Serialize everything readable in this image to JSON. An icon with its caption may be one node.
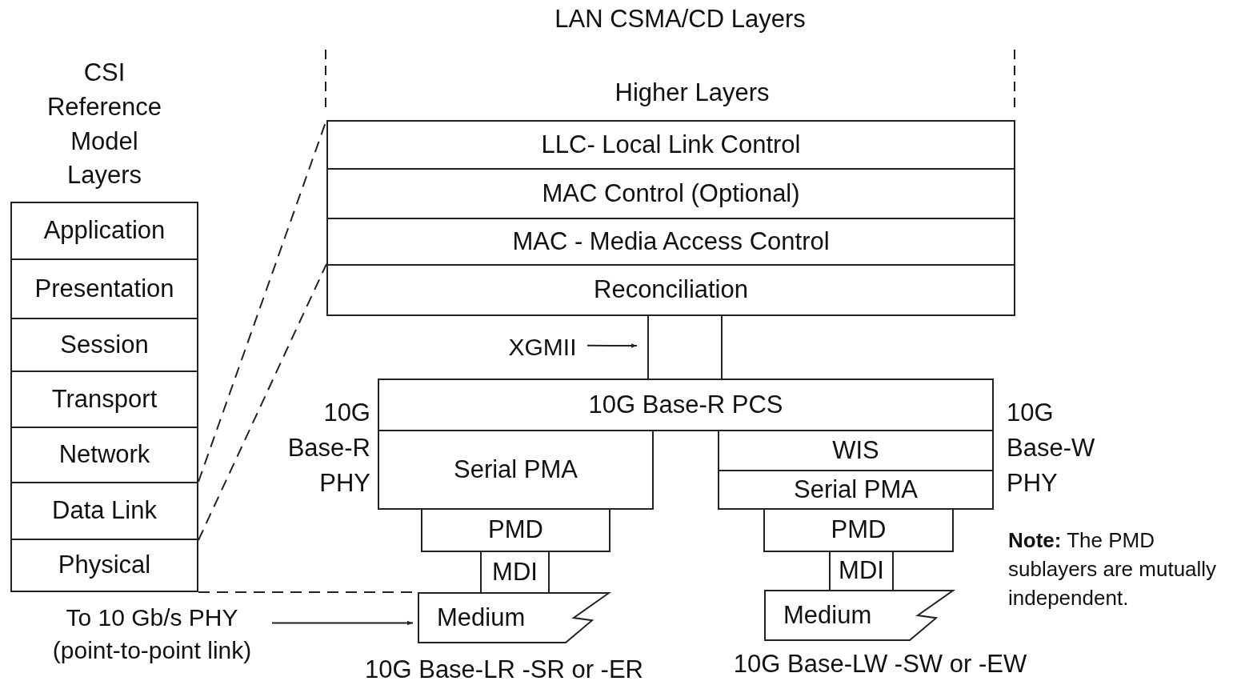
{
  "diagram": {
    "nodes": [
      {
        "text": [
          "CSI Reference Model Layers"
        ]
      },
      {
        "text": [
          "Application"
        ],
        "in": 0
      },
      {
        "text": [
          "Presentation"
        ],
        "in": 0
      },
      {
        "text": [
          "Session"
        ],
        "in": 0
      },
      {
        "text": [
          "Transport"
        ],
        "in": 0
      },
      {
        "text": [
          "Network"
        ],
        "in": 0
      },
      {
        "text": [
          "Data Link"
        ],
        "in": 0
      },
      {
        "text": [
          "Physical"
        ],
        "in": 0
      },
      {
        "text": [
          "LLC- Local Link Control"
        ]
      },
      {
        "text": [
          "MAC Control (Optional)"
        ]
      },
      {
        "text": [
          "MAC - Media Access Control"
        ]
      },
      {
        "text": [
          "Reconciliation"
        ]
      },
      {
        "text": [
          "10G Base-R PCS"
        ]
      },
      {
        "text": [
          "Serial PMA"
        ]
      },
      {
        "text": [
          "WIS"
        ]
      },
      {
        "text": [
          "Serial PMA"
        ]
      },
      {
        "text": [
          "PMD"
        ]
      },
      {
        "text": [
          "MDI"
        ]
      },
      {
        "text": [
          "Medium"
        ]
      },
      {
        "text": [
          "PMD"
        ]
      },
      {
        "text": [
          "MDI"
        ]
      },
      {
        "text": [
          "Medium"
        ]
      },
      {
        "text": [
          "XGMII"
        ]
      },
      {
        "text": [
          "To 10 Gb/s PHY (point-to-point link)"
        ]
      }
    ],
    "edges": [
      {
        "from": 6,
        "to": 8,
        "arrow": "none",
        "style": "dashed"
      },
      {
        "from": 6,
        "to": 11,
        "arrow": "none",
        "style": "dashed"
      },
      {
        "from": 7,
        "to": 18,
        "arrow": "none",
        "style": "dashed"
      },
      {
        "from": 11,
        "to": 12,
        "arrow": "none"
      },
      {
        "from": 11,
        "to": 12,
        "arrow": "none"
      },
      {
        "from": 22,
        "to": 11,
        "arrow": "to"
      },
      {
        "from": 23,
        "to": 18,
        "arrow": "to"
      }
    ],
    "labels": [
      "LAN CSMA/CD Layers",
      "Higher Layers",
      "10G Base-R PHY",
      "10G Base-W PHY",
      "**Note:** The PMD sublayers are mutually independent.",
      "10G Base-LR -SR or -ER",
      "10G Base-LW -SW or -EW"
    ]
  }
}
